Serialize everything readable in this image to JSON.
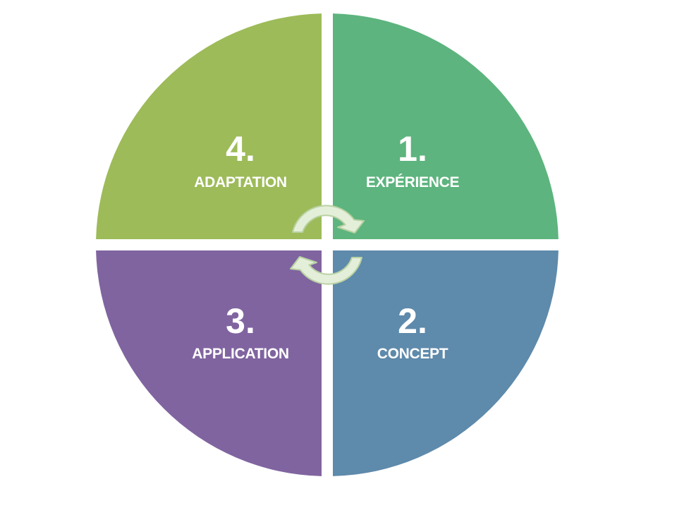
{
  "diagram": {
    "type": "cycle",
    "colors": {
      "experience": "#5db47e",
      "concept": "#5e8aab",
      "application": "#8064a0",
      "adaptation": "#9dbb59",
      "arrow_fill": "#e4efda",
      "arrow_stroke": "#b9d2a2",
      "label": "#ffffff"
    },
    "quadrants": [
      {
        "id": "experience",
        "number": "1.",
        "label": "EXPÉRIENCE"
      },
      {
        "id": "concept",
        "number": "2.",
        "label": "CONCEPT"
      },
      {
        "id": "application",
        "number": "3.",
        "label": "APPLICATION"
      },
      {
        "id": "adaptation",
        "number": "4.",
        "label": "ADAPTATION"
      }
    ],
    "arrows": [
      {
        "id": "arrow-top",
        "icon": "circular-arrow-clockwise-icon"
      },
      {
        "id": "arrow-bottom",
        "icon": "circular-arrow-clockwise-icon"
      }
    ]
  }
}
